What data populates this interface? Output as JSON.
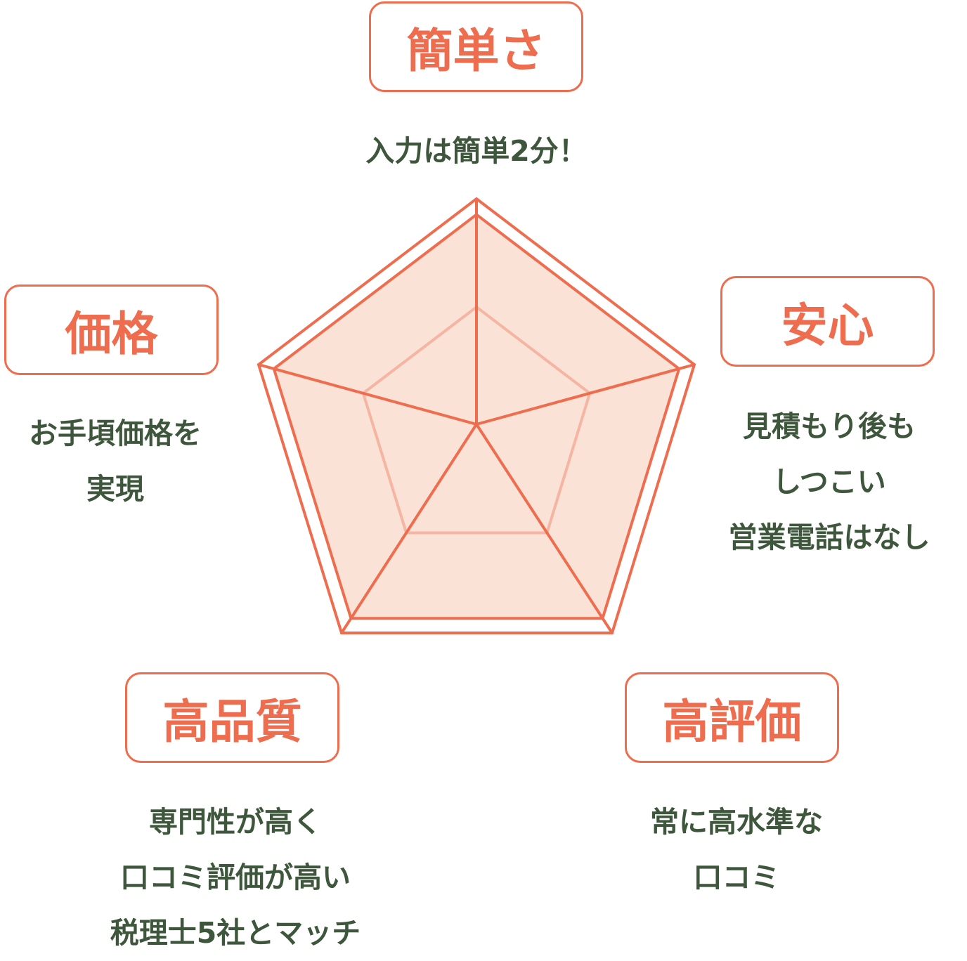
{
  "chart_data": {
    "type": "radar",
    "axes": [
      {
        "label": "簡単さ",
        "description": [
          "入力は簡単2分！"
        ],
        "value": 93
      },
      {
        "label": "安心",
        "description": [
          "見積もり後も",
          "しつこい",
          "営業電話はなし"
        ],
        "value": 93
      },
      {
        "label": "高評価",
        "description": [
          "常に高水準な",
          "口コミ"
        ],
        "value": 93
      },
      {
        "label": "高品質",
        "description": [
          "専門性が高く",
          "口コミ評価が高い",
          "税理士5社とマッチ"
        ],
        "value": 93
      },
      {
        "label": "価格",
        "description": [
          "お手頃価格を",
          "実現"
        ],
        "value": 93
      }
    ],
    "range": [
      0,
      100
    ],
    "grid_levels": [
      52,
      100
    ],
    "colors": {
      "accent": "#ef6d4f",
      "fill": "#fae2d6",
      "grid": "#f5b5a2",
      "text": "#3e573c"
    }
  }
}
